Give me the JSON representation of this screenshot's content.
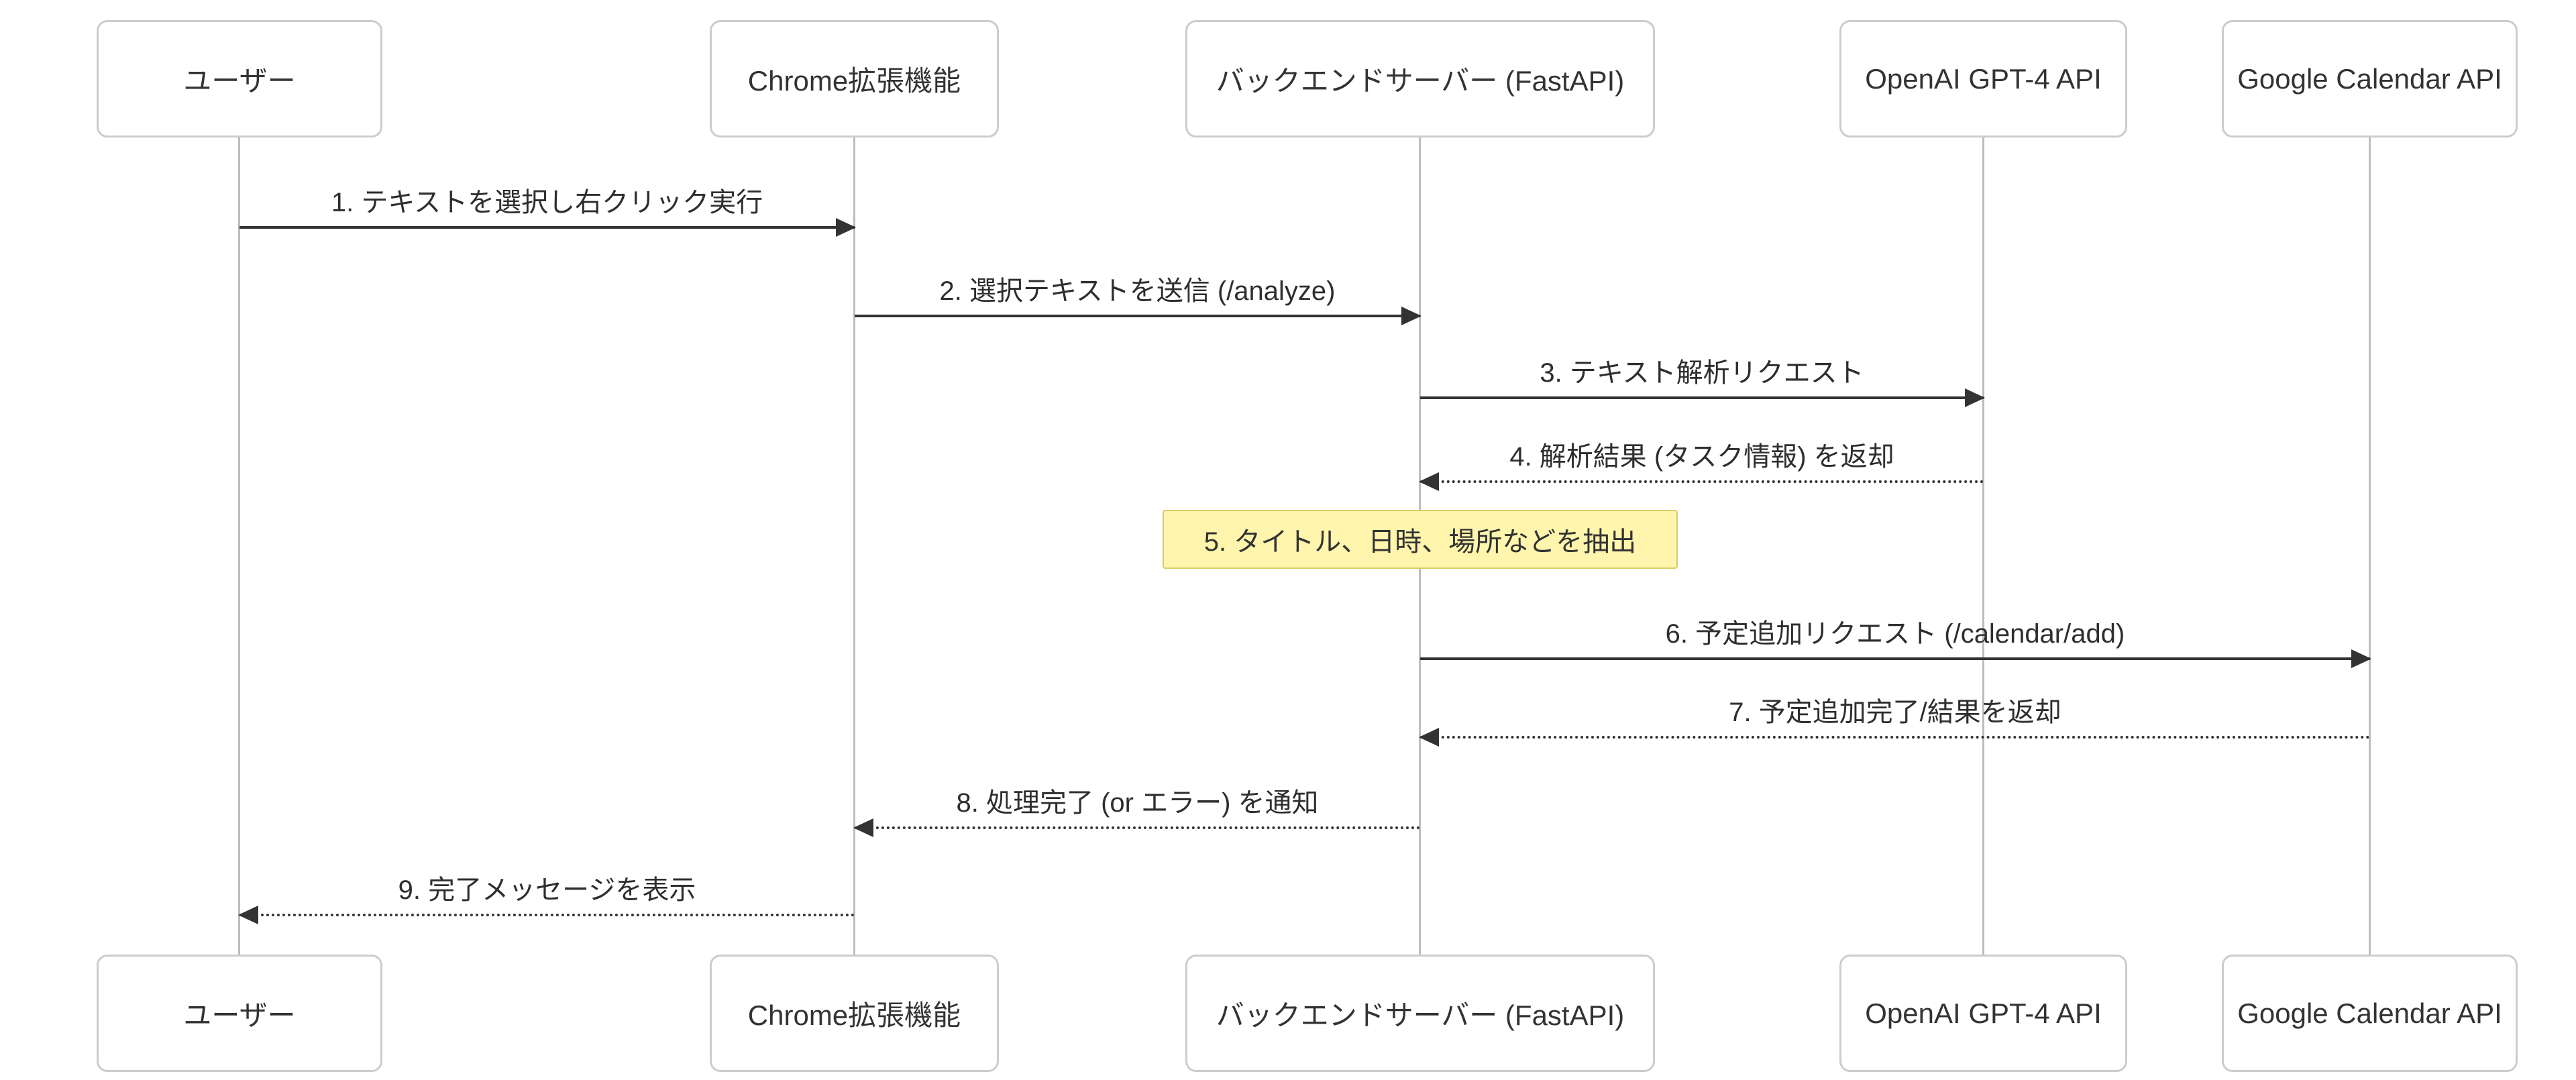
{
  "diagram": {
    "title": "",
    "actors": [
      {
        "id": "user",
        "label": "ユーザー"
      },
      {
        "id": "chrome",
        "label": "Chrome拡張機能"
      },
      {
        "id": "backend",
        "label": "バックエンドサーバー (FastAPI)"
      },
      {
        "id": "openai",
        "label": "OpenAI GPT-4 API"
      },
      {
        "id": "gcal",
        "label": "Google Calendar API"
      }
    ],
    "messages": [
      {
        "from": "user",
        "to": "chrome",
        "style": "solid",
        "label": "1. テキストを選択し右クリック実行"
      },
      {
        "from": "chrome",
        "to": "backend",
        "style": "solid",
        "label": "2. 選択テキストを送信 (/analyze)"
      },
      {
        "from": "backend",
        "to": "openai",
        "style": "solid",
        "label": "3. テキスト解析リクエスト"
      },
      {
        "from": "openai",
        "to": "backend",
        "style": "dashed",
        "label": "4. 解析結果 (タスク情報) を返却"
      },
      {
        "from": "backend",
        "to": "gcal",
        "style": "solid",
        "label": "6. 予定追加リクエスト (/calendar/add)"
      },
      {
        "from": "gcal",
        "to": "backend",
        "style": "dashed",
        "label": "7. 予定追加完了/結果を返却"
      },
      {
        "from": "backend",
        "to": "chrome",
        "style": "dashed",
        "label": "8. 処理完了 (or エラー) を通知"
      },
      {
        "from": "chrome",
        "to": "user",
        "style": "dashed",
        "label": "9. 完了メッセージを表示"
      }
    ],
    "note": {
      "over": "backend",
      "label": "5. タイトル、日時、場所などを抽出"
    },
    "colors": {
      "note_bg": "#fff5ad",
      "note_border": "#d9cb6a",
      "arrow": "#333333",
      "lifeline": "#bdbdbd",
      "actor_border": "#cccccc",
      "actor_bg": "#ffffff",
      "background": "#ffffff"
    }
  }
}
